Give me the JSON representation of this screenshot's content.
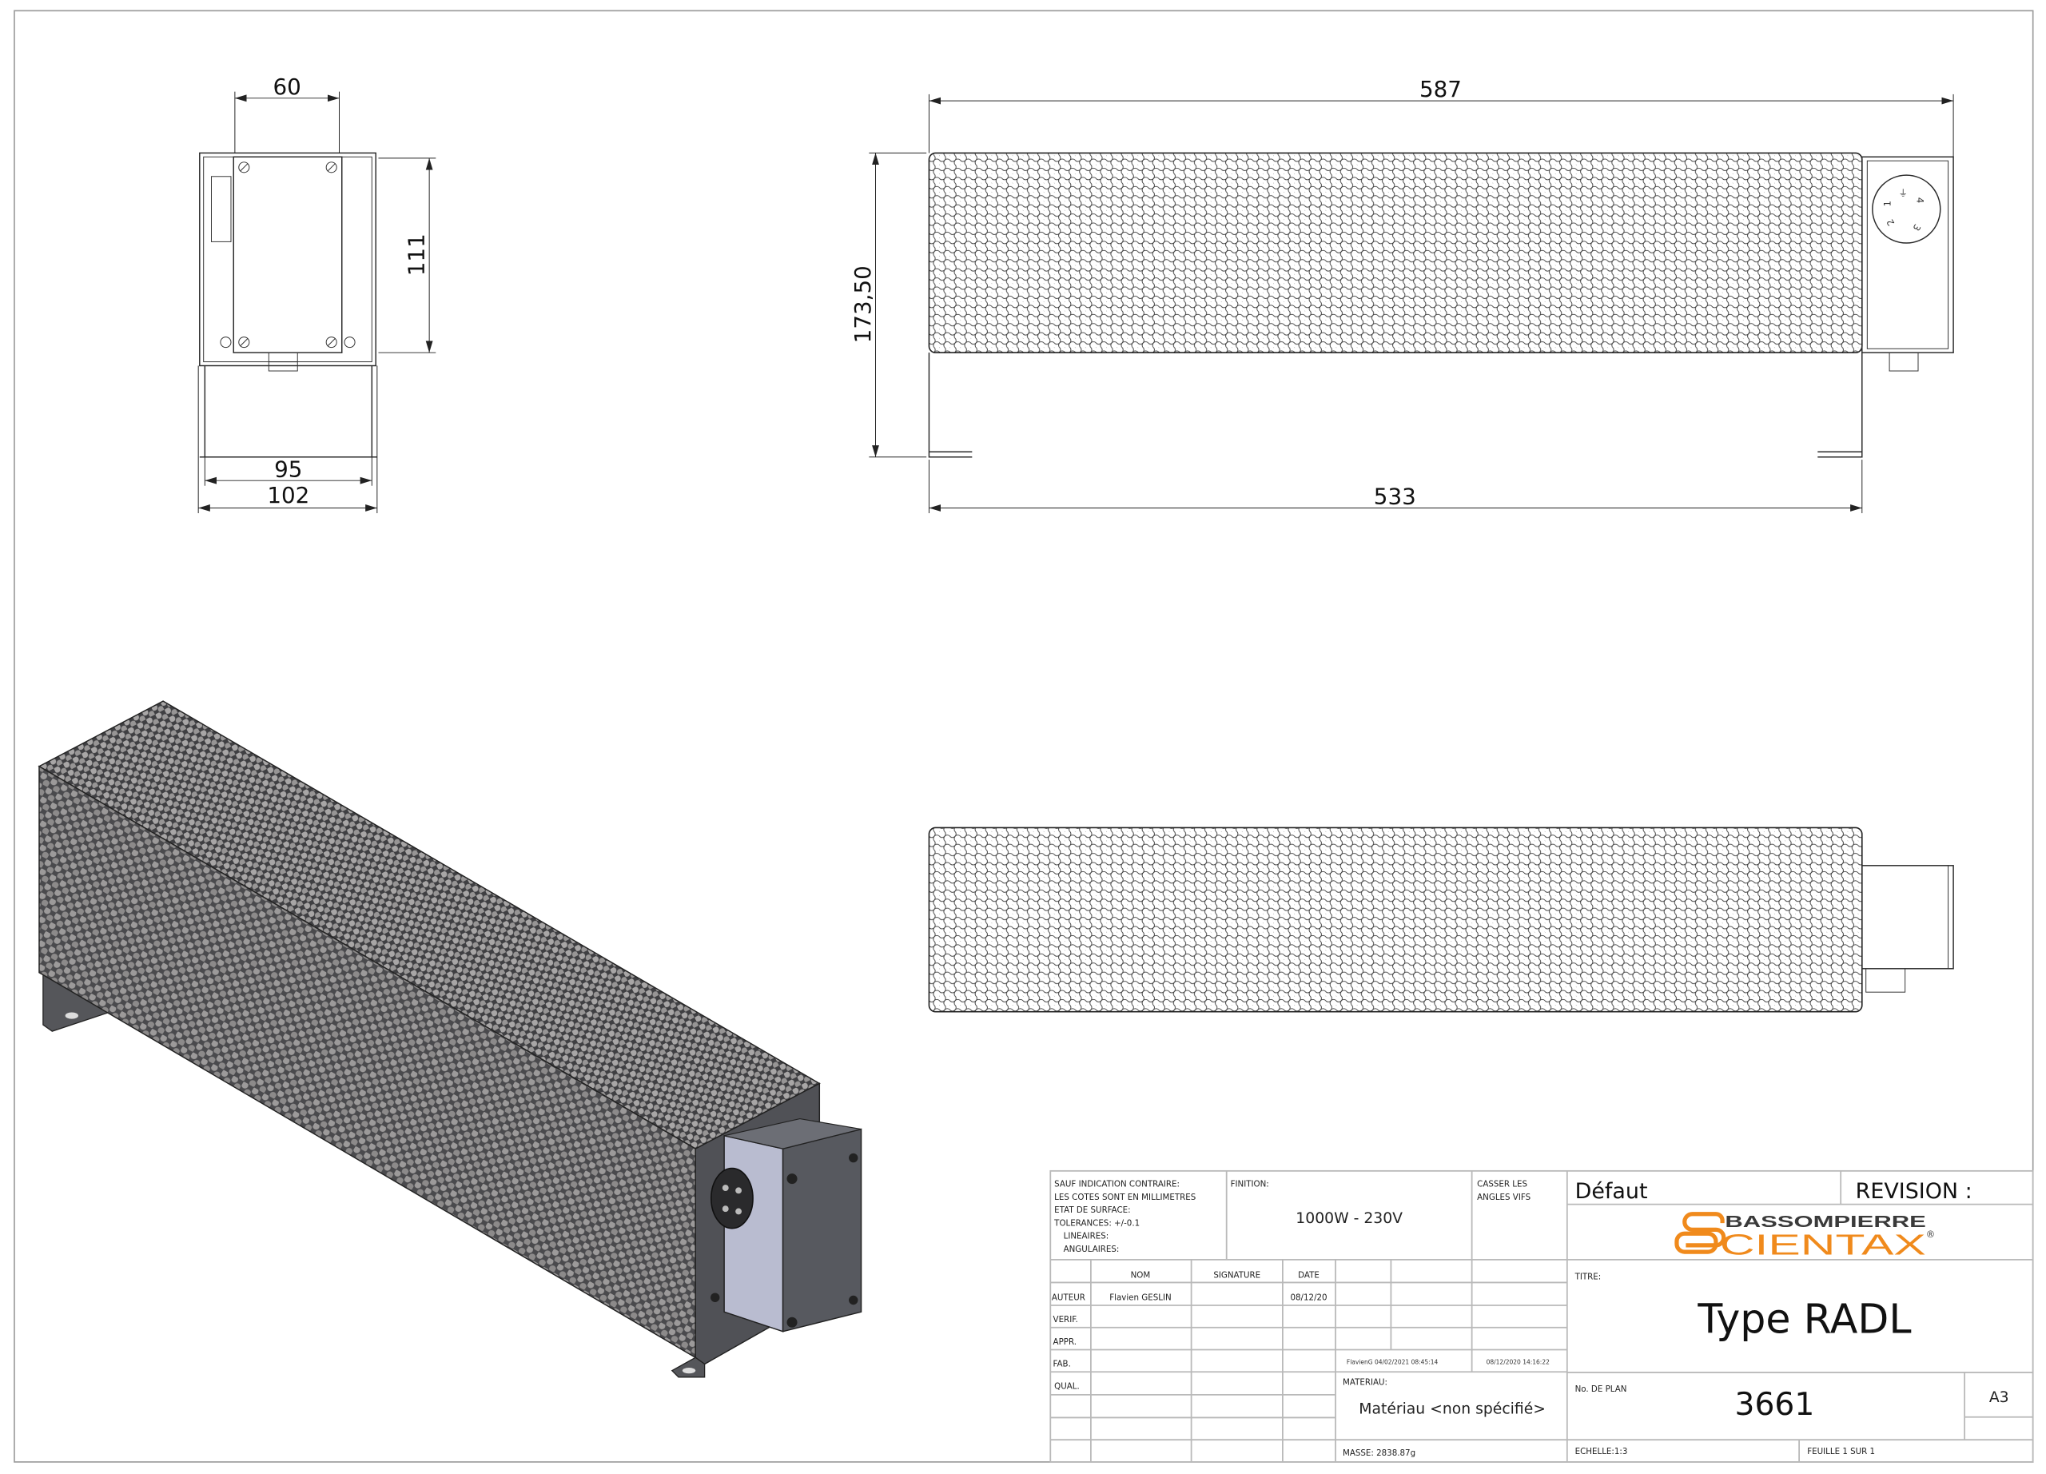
{
  "dimensions": {
    "front_width": "60",
    "front_height": "111",
    "front_base_inner": "95",
    "front_base_outer": "102",
    "side_total_length": "587",
    "side_height": "173,50",
    "side_body_length": "533"
  },
  "connector_pins": [
    "1",
    "2",
    "3",
    "4"
  ],
  "title_block": {
    "notes": [
      "SAUF INDICATION CONTRAIRE:",
      "LES COTES SONT EN MILLIMETRES",
      "ETAT DE SURFACE:",
      "TOLERANCES: +/-0.1",
      "LINEAIRES:",
      "ANGULAIRES:"
    ],
    "finition_label": "FINITION:",
    "finition_value": "1000W - 230V",
    "casser_line1": "CASSER LES",
    "casser_line2": "ANGLES VIFS",
    "configuration": "Défaut",
    "revision_label": "REVISION :",
    "logo_top": "BASSOMPIERRE",
    "logo_bottom": "CIENTAX",
    "logo_mark": "®",
    "col_nom": "NOM",
    "col_signature": "SIGNATURE",
    "col_date": "DATE",
    "rows": [
      "AUTEUR",
      "VERIF.",
      "APPR.",
      "FAB.",
      "QUAL."
    ],
    "author_name": "Flavien GESLIN",
    "author_date": "08/12/20",
    "saved_stamp": "FlavienG 04/02/2021 08:45:14",
    "created_stamp": "08/12/2020 14:16:22",
    "materiau_label": "MATERIAU:",
    "materiau_value": "Matériau <non spécifié>",
    "masse": "MASSE: 2838.87g",
    "titre_label": "TITRE:",
    "titre_value": "Type RADL",
    "plan_label": "No. DE PLAN",
    "plan_value": "3661",
    "format": "A3",
    "echelle": "ECHELLE:1:3",
    "feuille": "FEUILLE 1 SUR 1"
  },
  "colors": {
    "logo_orange": "#f08a1c",
    "grid_line": "#b9b9b9"
  }
}
